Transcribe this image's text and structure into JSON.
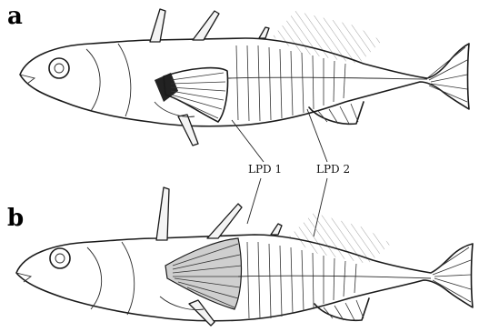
{
  "panels": [
    {
      "id": "a",
      "label": "a"
    },
    {
      "id": "b",
      "label": "b"
    }
  ],
  "callouts": {
    "lpd1": "LPD 1",
    "lpd2": "LPD 2"
  },
  "colors": {
    "ink": "#1a1a1a",
    "hatch": "#888888",
    "background": "#ffffff"
  }
}
